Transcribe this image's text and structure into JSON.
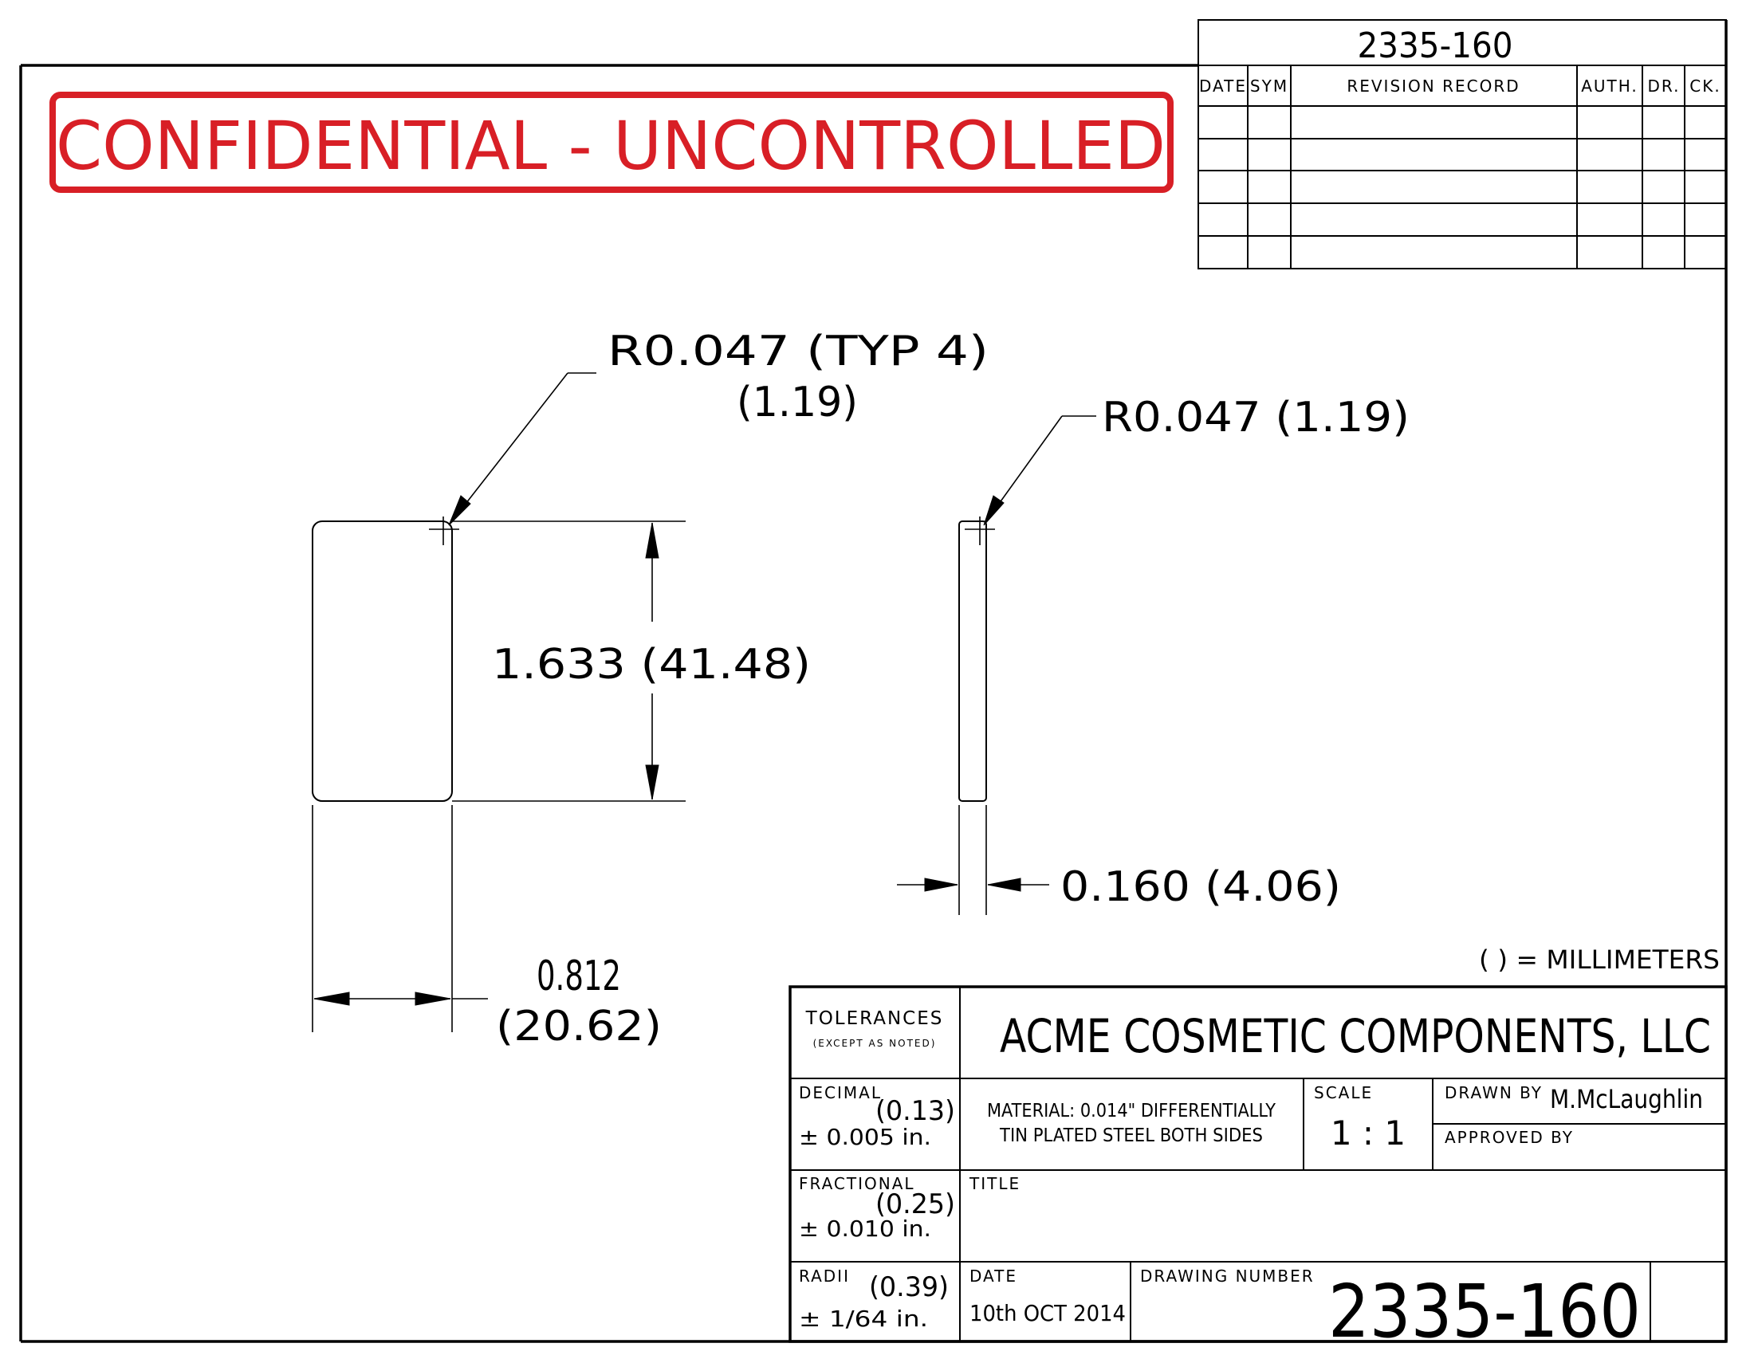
{
  "drawing_number_top": "2335-160",
  "confidential_banner": "CONFIDENTIAL - UNCONTROLLED",
  "revision_table": {
    "headers": [
      "DATE",
      "SYM",
      "REVISION RECORD",
      "AUTH.",
      "DR.",
      "CK."
    ],
    "rows": 5
  },
  "dimensions": {
    "radius_front_line1": "R0.047 (TYP 4)",
    "radius_front_line2": "(1.19)",
    "radius_side": "R0.047 (1.19)",
    "height": "1.633 (41.48)",
    "thickness": "0.160 (4.06)",
    "width_line1": "0.812",
    "width_line2": "(20.62)"
  },
  "units_note": "( ) = MILLIMETERS",
  "title_block": {
    "tolerances_title": "TOLERANCES",
    "tolerances_sub": "(EXCEPT AS NOTED)",
    "company": "ACME COSMETIC COMPONENTS, LLC",
    "decimal_label": "DECIMAL",
    "decimal_mm": "(0.13)",
    "decimal_in": "± 0.005 in.",
    "material_line1": "MATERIAL: 0.014\" DIFFERENTIALLY",
    "material_line2": "TIN PLATED STEEL BOTH SIDES",
    "scale_label": "SCALE",
    "scale_value": "1 : 1",
    "drawn_by_label": "DRAWN BY",
    "drawn_by_value": "M.McLaughlin",
    "approved_by_label": "APPROVED BY",
    "fractional_label": "FRACTIONAL",
    "fractional_mm": "(0.25)",
    "fractional_in": "± 0.010 in.",
    "title_label": "TITLE",
    "radii_label": "RADII",
    "radii_mm": "(0.39)",
    "radii_in": "± 1/64 in.",
    "date_label": "DATE",
    "date_value": "10th OCT 2014",
    "drawing_number_label": "DRAWING NUMBER",
    "drawing_number": "2335-160"
  },
  "colors": {
    "banner_red": "#d81f26",
    "line": "#000000"
  }
}
